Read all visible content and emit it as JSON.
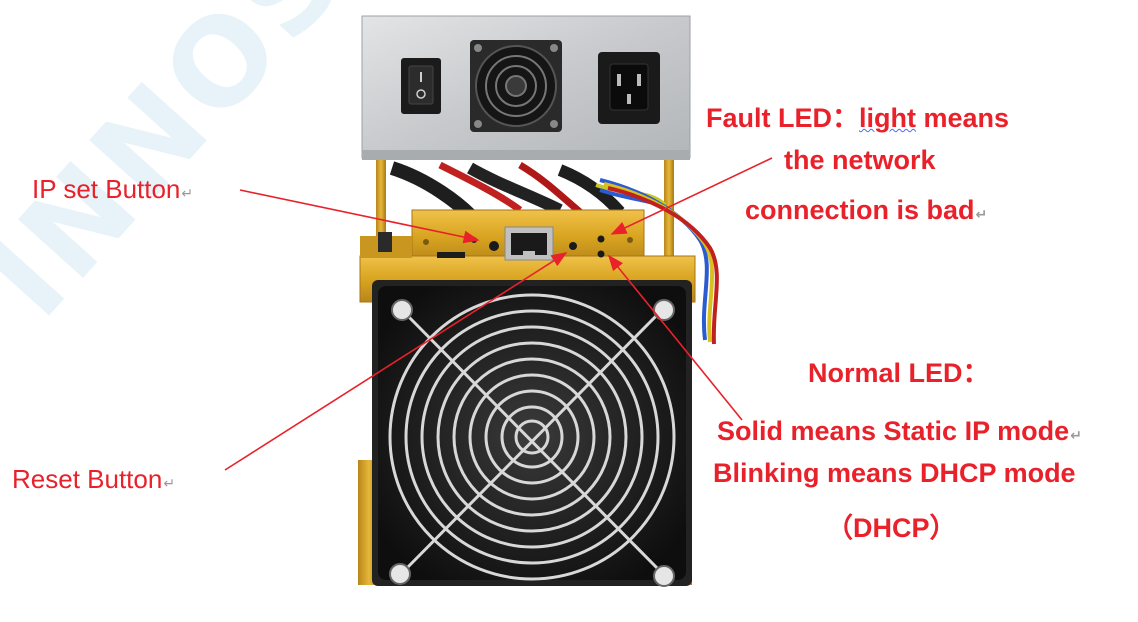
{
  "annotations": {
    "ip_set_button": "IP set Button",
    "reset_button": "Reset Button",
    "fault_led": {
      "prefix": "Fault LED：",
      "underlined": "light",
      "suffix": " means",
      "line2": "the network",
      "line3": "connection is bad"
    },
    "normal_led": {
      "title": "Normal LED：",
      "solid": "Solid means Static IP mode",
      "blinking": "Blinking means DHCP mode",
      "dhcp": "（DHCP）"
    }
  },
  "paragraph_mark": "↵",
  "watermark": "INNOSILICON",
  "colors": {
    "annotation": "#e8212b",
    "gold_chassis": "#d9a521",
    "psu_silver": "#c9cbcd",
    "fan_black": "#161616"
  },
  "icons": [
    "power-switch-icon",
    "power-inlet-icon",
    "ethernet-port-icon",
    "fan-grill-icon"
  ]
}
